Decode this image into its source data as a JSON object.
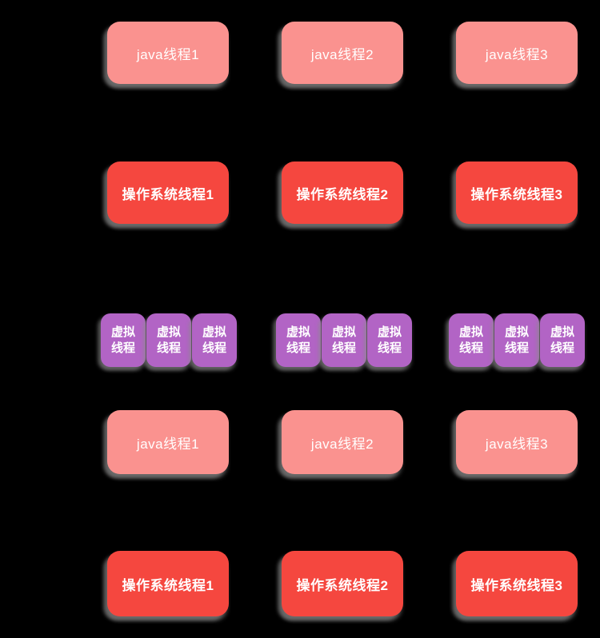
{
  "diagram": {
    "title": "java-threads-vs-virtual-threads-mapping",
    "background_color": "#000000",
    "colors": {
      "java_thread_box": "#FA928F",
      "os_thread_box": "#F5473F",
      "virtual_thread_box": "#B264C5",
      "text": "#FFFFFF"
    },
    "top_section": {
      "java": [
        "java线程1",
        "java线程2",
        "java线程3"
      ],
      "os": [
        "操作系统线程1",
        "操作系统线程2",
        "操作系统线程3"
      ]
    },
    "bottom_section": {
      "virtual_groups": [
        [
          "虚拟线程",
          "虚拟线程",
          "虚拟线程"
        ],
        [
          "虚拟线程",
          "虚拟线程",
          "虚拟线程"
        ],
        [
          "虚拟线程",
          "虚拟线程",
          "虚拟线程"
        ]
      ],
      "java": [
        "java线程1",
        "java线程2",
        "java线程3"
      ],
      "os": [
        "操作系统线程1",
        "操作系统线程2",
        "操作系统线程3"
      ]
    }
  }
}
